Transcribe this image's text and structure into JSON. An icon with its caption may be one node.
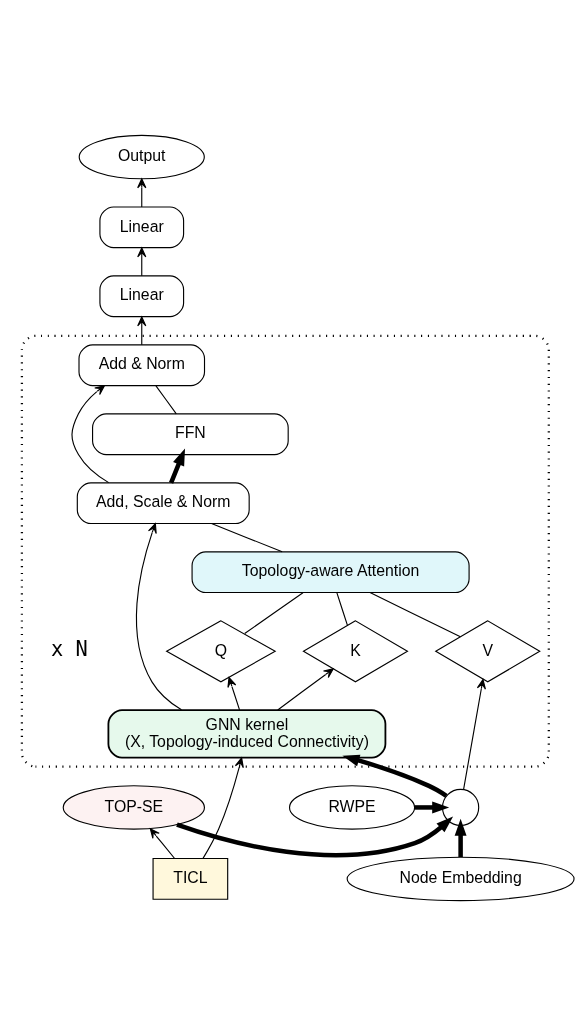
{
  "diagram": {
    "nodes": [
      {
        "text": [
          "Output"
        ]
      },
      {
        "text": [
          "Linear"
        ]
      },
      {
        "text": [
          "Linear"
        ]
      },
      {
        "text": [],
        "shape": "box",
        "beside": [
          "x N"
        ]
      },
      {
        "text": [
          "Add & Norm"
        ],
        "in": 3
      },
      {
        "text": [
          "FFN"
        ],
        "in": 3
      },
      {
        "text": [
          "Add, Scale & Norm"
        ],
        "in": 3
      },
      {
        "text": [
          "Topology-aware Attention"
        ],
        "in": 3
      },
      {
        "text": [
          "Q"
        ],
        "in": 3
      },
      {
        "text": [
          "K"
        ],
        "in": 3
      },
      {
        "text": [
          "V"
        ],
        "in": 3
      },
      {
        "text": [
          "GNN kernel",
          "(X, Topology-induced Connectivity)"
        ],
        "in": 3
      },
      {
        "text": [
          "TOP-SE"
        ]
      },
      {
        "text": [],
        "shape": "circle"
      },
      {
        "text": [
          "RWPE"
        ]
      },
      {
        "text": [
          "TICL"
        ]
      },
      {
        "text": [
          "Node Embedding"
        ]
      }
    ],
    "edges": [
      {
        "from": 4,
        "to": 2,
        "arrow": "to"
      },
      {
        "from": 2,
        "to": 1,
        "arrow": "to"
      },
      {
        "from": 1,
        "to": 0,
        "arrow": "to"
      },
      {
        "from": 5,
        "to": 4,
        "arrow": "none"
      },
      {
        "from": 6,
        "to": 5,
        "arrow": "to",
        "style": "thick"
      },
      {
        "from": 6,
        "to": 4,
        "arrow": "to"
      },
      {
        "from": 7,
        "to": 6,
        "arrow": "none"
      },
      {
        "from": 8,
        "to": 7,
        "arrow": "none"
      },
      {
        "from": 9,
        "to": 7,
        "arrow": "none"
      },
      {
        "from": 10,
        "to": 7,
        "arrow": "none"
      },
      {
        "from": 11,
        "to": 8,
        "arrow": "to"
      },
      {
        "from": 11,
        "to": 9,
        "arrow": "to"
      },
      {
        "from": 11,
        "to": 6,
        "arrow": "to"
      },
      {
        "from": 13,
        "to": 11,
        "arrow": "to",
        "style": "thick"
      },
      {
        "from": 13,
        "to": 10,
        "arrow": "to"
      },
      {
        "from": 12,
        "to": 13,
        "arrow": "to",
        "style": "thick"
      },
      {
        "from": 14,
        "to": 13,
        "arrow": "to",
        "style": "thick"
      },
      {
        "from": 16,
        "to": 13,
        "arrow": "to",
        "style": "thick"
      },
      {
        "from": 15,
        "to": 12,
        "arrow": "to"
      },
      {
        "from": 15,
        "to": 11,
        "arrow": "to"
      }
    ]
  }
}
